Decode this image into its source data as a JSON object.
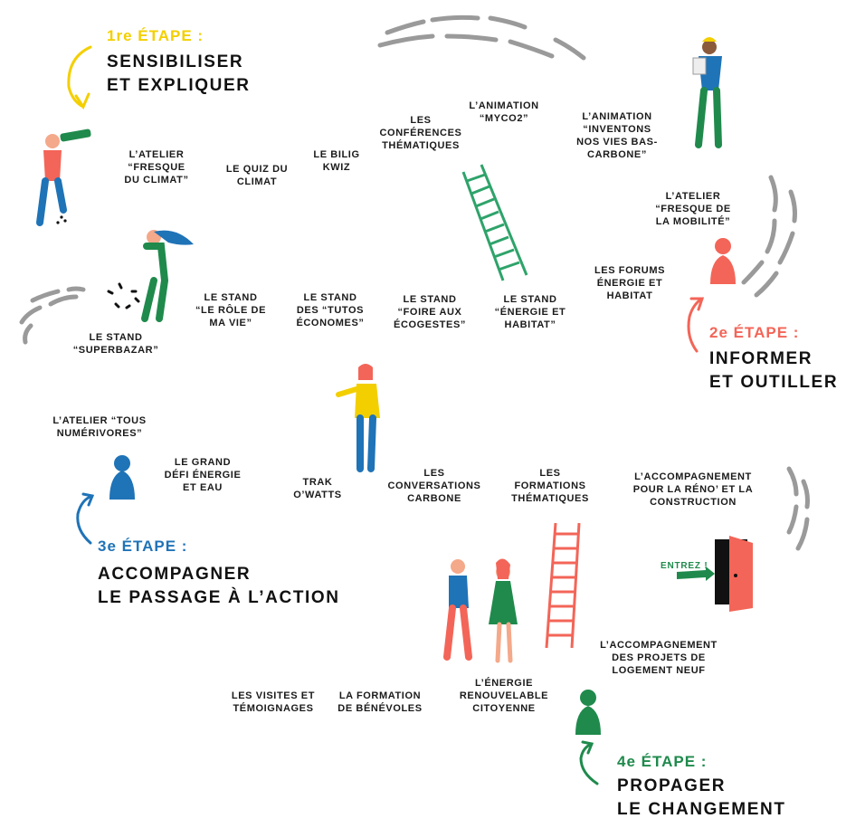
{
  "colors": {
    "yellow": "#f3cf00",
    "red": "#f36558",
    "blue": "#1f73b7",
    "green": "#1f8a4c",
    "grey": "#9a9a9a"
  },
  "stages": [
    {
      "number": "1re ÉTAPE :",
      "title1": "SENSIBILISER",
      "title2": "ET EXPLIQUER",
      "color": "#f3cf00"
    },
    {
      "number": "2e ÉTAPE :",
      "title1": "INFORMER",
      "title2": "ET OUTILLER",
      "color": "#f36558"
    },
    {
      "number": "3e ÉTAPE :",
      "title1": "ACCOMPAGNER",
      "title2": "LE PASSAGE À L’ACTION",
      "color": "#1f73b7"
    },
    {
      "number": "4e ÉTAPE :",
      "title1": "PROPAGER",
      "title2": "LE CHANGEMENT",
      "color": "#1f8a4c"
    }
  ],
  "items": {
    "atelier_fresque_climat": [
      "L’ATELIER",
      "“FRESQUE",
      "DU CLIMAT”"
    ],
    "quiz_climat": [
      "LE QUIZ DU",
      "CLIMAT"
    ],
    "bilig_kwiz": [
      "LE BILIG",
      "KWIZ"
    ],
    "conferences": [
      "LES",
      "CONFÉRENCES",
      "THÉMATIQUES"
    ],
    "animation_mycoz": [
      "L’ANIMATION",
      "“MYCO2”"
    ],
    "animation_inventons": [
      "L’ANIMATION",
      "“INVENTONS",
      "NOS VIES BAS-",
      "CARBONE”"
    ],
    "atelier_fresque_mobilite": [
      "L’ATELIER",
      "“FRESQUE DE",
      "LA MOBILITÉ”"
    ],
    "forums": [
      "LES FORUMS",
      "ÉNERGIE ET",
      "HABITAT"
    ],
    "stand_energie": [
      "LE STAND",
      "“ÉNERGIE ET",
      "HABITAT”"
    ],
    "stand_foire": [
      "LE STAND",
      "“FOIRE AUX",
      "ÉCOGESTES”"
    ],
    "stand_tutos": [
      "LE STAND",
      "DES “TUTOS",
      "ÉCONOMES”"
    ],
    "stand_role": [
      "LE STAND",
      "“LE RÔLE DE",
      "MA VIE”"
    ],
    "stand_superbazar": [
      "LE STAND",
      "“SUPERBAZAR”"
    ],
    "atelier_numerivores": [
      "L’ATELIER “TOUS",
      "NUMÉRIVORES”"
    ],
    "grand_defi": [
      "LE GRAND",
      "DÉFI ÉNERGIE",
      "ET EAU"
    ],
    "trak_owatts": [
      "TRAK",
      "O’WATTS"
    ],
    "conversations": [
      "LES",
      "CONVERSATIONS",
      "CARBONE"
    ],
    "formations": [
      "LES",
      "FORMATIONS",
      "THÉMATIQUES"
    ],
    "accompagnement_reno": [
      "L’ACCOMPAGNEMENT",
      "POUR LA RÉNO’ ET LA",
      "CONSTRUCTION"
    ],
    "accompagnement_logement": [
      "L’ACCOMPAGNEMENT",
      "DES PROJETS DE",
      "LOGEMENT NEUF"
    ],
    "energie_citoyenne": [
      "L’ÉNERGIE",
      "RENOUVELABLE",
      "CITOYENNE"
    ],
    "formation_benevoles": [
      "LA FORMATION",
      "DE BÉNÉVOLES"
    ],
    "visites": [
      "LES VISITES ET",
      "TÉMOIGNAGES"
    ]
  },
  "entrez": "ENTREZ !"
}
